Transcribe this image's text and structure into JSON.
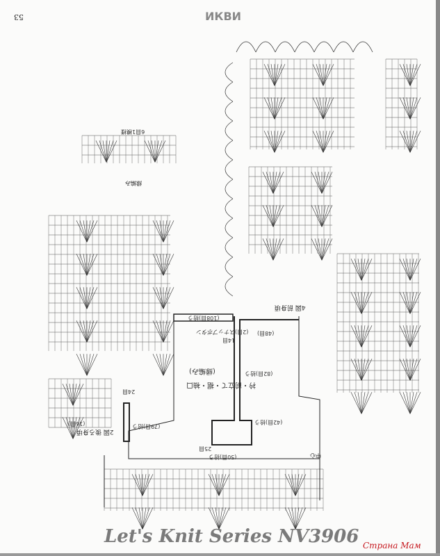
{
  "page_number": "53",
  "header_text": "ИКВИ",
  "footer_title": "Let's Knit Series NV3906",
  "watermark": "Страна Мам",
  "schematic_labels": {
    "rows_48": "(48目)",
    "pick_82": "(82目)拾う",
    "pick_42": "(42目)拾う",
    "pick_79": "(79目)拾う",
    "pick_108": "(108目)拾う",
    "pick_50": "(50目)拾う",
    "snap": "(2目)スナップボタン",
    "rows_14": "14目",
    "rows_25": "25目",
    "rows_24": "24目",
    "title_body": "衿・前立て・裾・袖口",
    "title_sub": "(縁編み)",
    "rows_16": "(16目)",
    "fig4": "4図 前身頃",
    "fig2": "2図 後ろ身頃",
    "center": "中心",
    "edge_6": "6目1模様",
    "edging": "縁編み"
  }
}
